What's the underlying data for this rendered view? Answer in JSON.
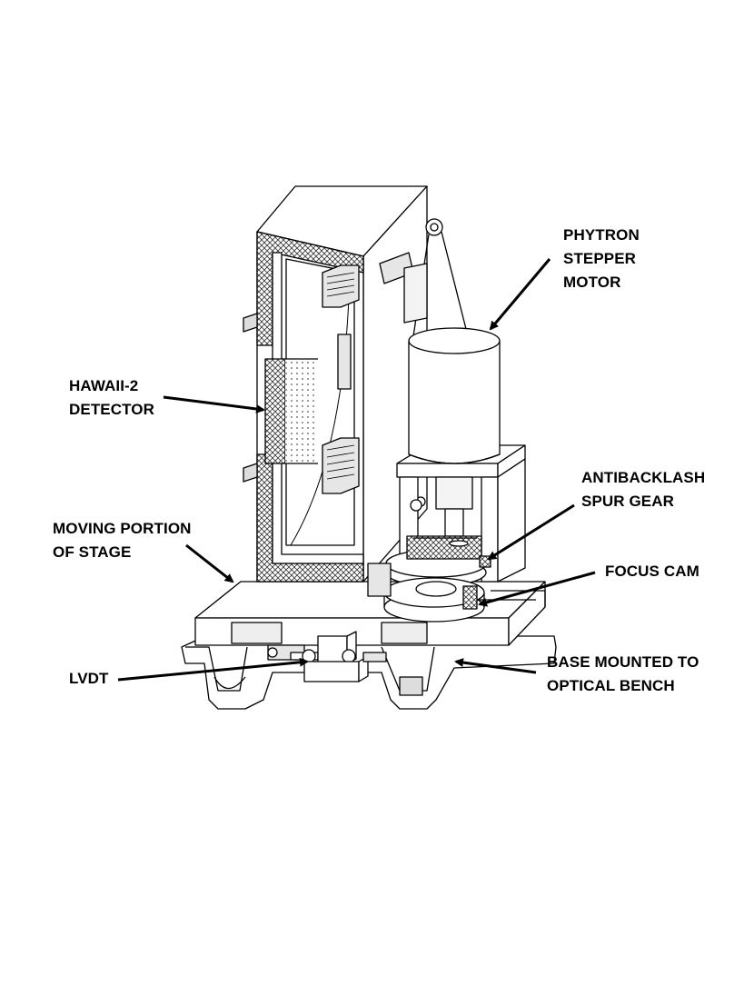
{
  "labels": {
    "stepper_motor": [
      "PHYTRON",
      "STEPPER",
      "MOTOR"
    ],
    "detector": [
      "HAWAII-2",
      "DETECTOR"
    ],
    "spur_gear": [
      "ANTIBACKLASH",
      "SPUR GEAR"
    ],
    "moving_stage": [
      "MOVING PORTION",
      "OF STAGE"
    ],
    "focus_cam": [
      "FOCUS CAM"
    ],
    "lvdt": [
      "LVDT"
    ],
    "base": [
      "BASE MOUNTED TO",
      "OPTICAL BENCH"
    ]
  },
  "colors": {
    "ink": "#000000",
    "paper": "#ffffff",
    "shade": "#bdbdbd",
    "hatch": "#444444"
  }
}
